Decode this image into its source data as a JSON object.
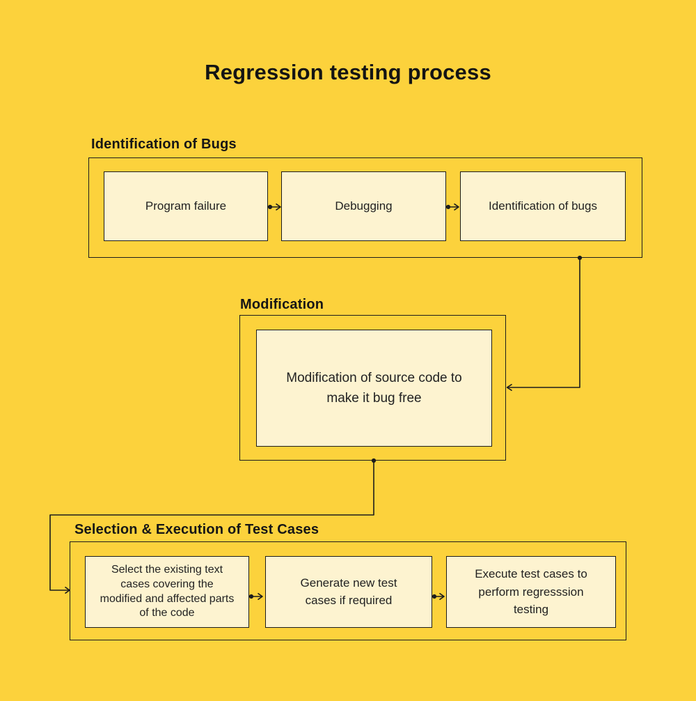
{
  "title": "Regression testing process",
  "colors": {
    "background": "#FCD23C",
    "box_fill": "#FDF3D0",
    "line": "#1C1C1C",
    "text": "#222222"
  },
  "sections": [
    {
      "heading": "Identification of Bugs",
      "boxes": [
        "Program failure",
        "Debugging",
        "Identification of bugs"
      ]
    },
    {
      "heading": "Modification",
      "boxes": [
        "Modification of source code to make it bug free"
      ]
    },
    {
      "heading": "Selection & Execution of Test Cases",
      "boxes": [
        "Select the existing text cases covering the modified and affected parts of the code",
        "Generate new test cases if required",
        "Execute test cases to perform regresssion testing"
      ]
    }
  ]
}
